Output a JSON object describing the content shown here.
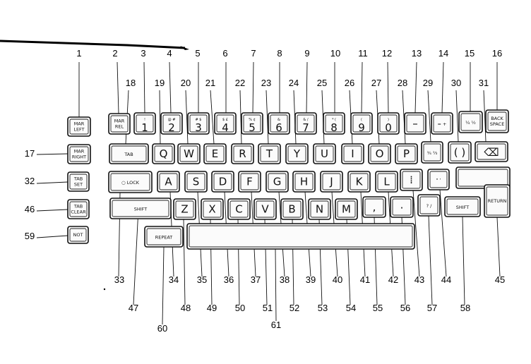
{
  "keys": {
    "mar_left": "MAR LEFT",
    "mar_rel": "MAR REL",
    "mar_right": "MAR RIGHT",
    "tab_set": "TAB SET",
    "tab_clear": "TAB CLEAR",
    "not": "NOT",
    "tab": "TAB",
    "lock": "LOCK",
    "shift": "SHIFT",
    "repeat": "REPEAT",
    "return": "RETURN",
    "backspace": "BACK SPACE",
    "row_numbers": [
      "1",
      "2",
      "3",
      "4",
      "5",
      "6",
      "7",
      "8",
      "9",
      "0"
    ],
    "row_qwerty": [
      "Q",
      "W",
      "E",
      "R",
      "T",
      "Y",
      "U",
      "I",
      "O",
      "P"
    ],
    "row_asdf": [
      "A",
      "S",
      "D",
      "F",
      "G",
      "H",
      "J",
      "K",
      "L"
    ],
    "row_zxcv": [
      "Z",
      "X",
      "C",
      "V",
      "B",
      "N",
      "M"
    ]
  },
  "callouts": [
    "1",
    "2",
    "3",
    "4",
    "5",
    "6",
    "7",
    "8",
    "9",
    "10",
    "11",
    "12",
    "13",
    "14",
    "15",
    "16",
    "17",
    "18",
    "19",
    "20",
    "21",
    "22",
    "23",
    "24",
    "25",
    "26",
    "27",
    "28",
    "29",
    "30",
    "31",
    "32",
    "33",
    "34",
    "35",
    "36",
    "37",
    "38",
    "39",
    "40",
    "41",
    "42",
    "43",
    "44",
    "45",
    "46",
    "47",
    "48",
    "49",
    "50",
    "51",
    "52",
    "53",
    "54",
    "55",
    "56",
    "57",
    "58",
    "59",
    "60",
    "61"
  ]
}
